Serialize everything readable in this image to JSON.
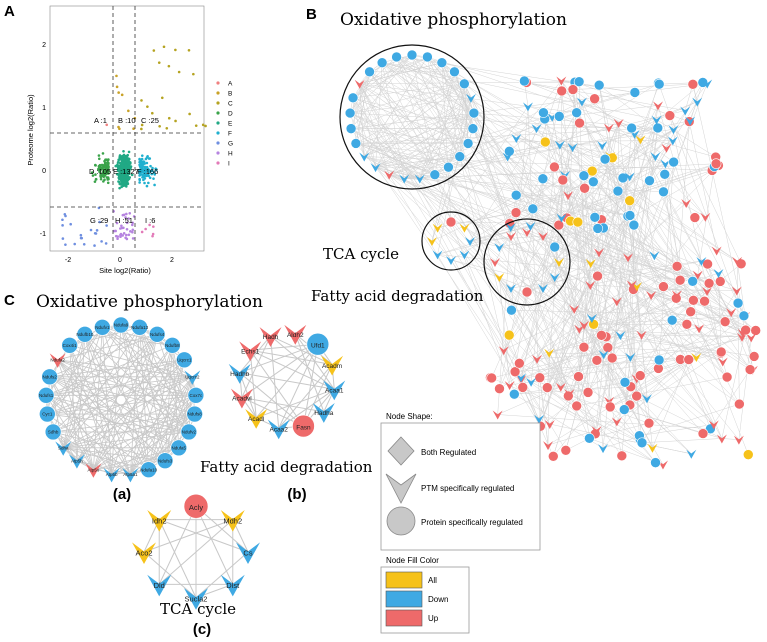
{
  "panels": {
    "A": {
      "letter": "A",
      "xlabel": "Site log2(Ratio)",
      "ylabel": "Proteome log2(Ratio)",
      "xticks": [
        "-2",
        "0",
        "2"
      ],
      "yticks": [
        "2",
        "1",
        "0",
        "-1"
      ],
      "legend": [
        "A",
        "B",
        "C",
        "D",
        "E",
        "F",
        "G",
        "H",
        "I"
      ],
      "regions": [
        "A :1",
        "B :10",
        "C :25",
        "D :105",
        "E :1327",
        "F :166",
        "G :29",
        "H :51",
        "I :6"
      ]
    },
    "B": {
      "letter": "B",
      "clusters": [
        "Oxidative phosphorylation",
        "TCA cycle",
        "Fatty acid degradation"
      ]
    },
    "C": {
      "letter": "C",
      "a_title": "Oxidative phosphorylation",
      "a_tag": "(a)",
      "b_title": "Fatty acid degradation",
      "b_tag": "(b)",
      "c_title": "TCA cycle",
      "c_tag": "(c)"
    }
  },
  "fatty_acid_nodes": [
    {
      "label": "Hadh",
      "shape": "ptm",
      "color": "up"
    },
    {
      "label": "Aldh2",
      "shape": "ptm",
      "color": "up"
    },
    {
      "label": "Ufd1",
      "shape": "protein",
      "color": "down"
    },
    {
      "label": "Acadm",
      "shape": "ptm",
      "color": "all"
    },
    {
      "label": "Acaa1",
      "shape": "ptm",
      "color": "down"
    },
    {
      "label": "Hadha",
      "shape": "ptm",
      "color": "down"
    },
    {
      "label": "Fasn",
      "shape": "protein",
      "color": "up"
    },
    {
      "label": "Acaa2",
      "shape": "ptm",
      "color": "down"
    },
    {
      "label": "Acadl",
      "shape": "ptm",
      "color": "all"
    },
    {
      "label": "Acadvl",
      "shape": "ptm",
      "color": "up"
    },
    {
      "label": "Hadhb",
      "shape": "ptm",
      "color": "down"
    },
    {
      "label": "Echs1",
      "shape": "ptm",
      "color": "up"
    }
  ],
  "tca_nodes": [
    {
      "label": "Acly",
      "shape": "protein",
      "color": "up"
    },
    {
      "label": "Mdh2",
      "shape": "ptm",
      "color": "all"
    },
    {
      "label": "Cs",
      "shape": "ptm",
      "color": "down"
    },
    {
      "label": "Dlst",
      "shape": "ptm",
      "color": "down"
    },
    {
      "label": "Sucla2",
      "shape": "ptm",
      "color": "down"
    },
    {
      "label": "Dld",
      "shape": "ptm",
      "color": "down"
    },
    {
      "label": "Aco2",
      "shape": "ptm",
      "color": "all"
    },
    {
      "label": "Idh2",
      "shape": "ptm",
      "color": "all"
    }
  ],
  "oxphos_nodes": [
    {
      "label": "Ndufa9",
      "shape": "protein",
      "color": "down"
    },
    {
      "label": "Ndufa13",
      "shape": "protein",
      "color": "down"
    },
    {
      "label": "Ndufs4",
      "shape": "protein",
      "color": "down"
    },
    {
      "label": "Ndufb8",
      "shape": "protein",
      "color": "down"
    },
    {
      "label": "Uqcrc1",
      "shape": "protein",
      "color": "down"
    },
    {
      "label": "Uqcrc2",
      "shape": "ptm",
      "color": "down"
    },
    {
      "label": "Cox7c",
      "shape": "protein",
      "color": "down"
    },
    {
      "label": "Ndufs8",
      "shape": "protein",
      "color": "down"
    },
    {
      "label": "Ndufv2",
      "shape": "protein",
      "color": "down"
    },
    {
      "label": "Ndufa5",
      "shape": "protein",
      "color": "down"
    },
    {
      "label": "Ndufs3",
      "shape": "protein",
      "color": "down"
    },
    {
      "label": "Ndufa10",
      "shape": "protein",
      "color": "down"
    },
    {
      "label": "Atp5a1",
      "shape": "ptm",
      "color": "down"
    },
    {
      "label": "Atp5b",
      "shape": "ptm",
      "color": "down"
    },
    {
      "label": "Atp5o",
      "shape": "ptm",
      "color": "up"
    },
    {
      "label": "Atp5h",
      "shape": "ptm",
      "color": "down"
    },
    {
      "label": "Sdha",
      "shape": "ptm",
      "color": "down"
    },
    {
      "label": "Sdhb",
      "shape": "protein",
      "color": "down"
    },
    {
      "label": "Cyc1",
      "shape": "protein",
      "color": "down"
    },
    {
      "label": "Ndufs1",
      "shape": "protein",
      "color": "down"
    },
    {
      "label": "Ndufs2",
      "shape": "protein",
      "color": "down"
    },
    {
      "label": "Ndufa2",
      "shape": "ptm",
      "color": "up"
    },
    {
      "label": "Cox4i1",
      "shape": "protein",
      "color": "down"
    },
    {
      "label": "Ndufb10",
      "shape": "protein",
      "color": "down"
    },
    {
      "label": "Ndufv1",
      "shape": "protein",
      "color": "down"
    }
  ],
  "legend_shape": {
    "title": "Node Shape:",
    "items": [
      {
        "label": "Both Regulated",
        "shape": "diamond"
      },
      {
        "label": "PTM specifically regulated",
        "shape": "ptm"
      },
      {
        "label": "Protein specifically regulated",
        "shape": "protein"
      }
    ]
  },
  "legend_color": {
    "title": "Node Fill Color",
    "items": [
      {
        "label": "All",
        "color": "all"
      },
      {
        "label": "Down",
        "color": "down"
      },
      {
        "label": "Up",
        "color": "up"
      }
    ]
  },
  "colors": {
    "up": "#ee6a6a",
    "down": "#3fa9e3",
    "all": "#f6c21a",
    "scatter_A": "#f08080",
    "scatter_B": "#c9a227",
    "scatter_C": "#b5a321",
    "scatter_D": "#3aa34a",
    "scatter_E": "#21a985",
    "scatter_F": "#20b0cf",
    "scatter_G": "#6f8fe0",
    "scatter_H": "#b684e0",
    "scatter_I": "#e27ab8"
  }
}
